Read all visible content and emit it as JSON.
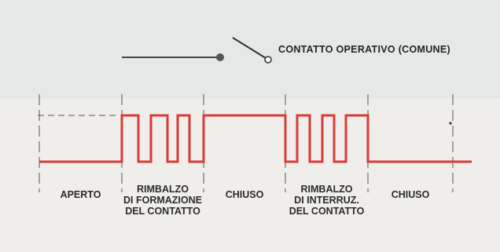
{
  "switch": {
    "label": "CONTATTO OPERATIVO (COMUNE)"
  },
  "segments": [
    {
      "id": "aperto",
      "lines": [
        "APERTO"
      ]
    },
    {
      "id": "rimbalzo-formazione",
      "lines": [
        "RIMBALZO",
        "DI FORMAZIONE",
        "DEL CONTATTO"
      ]
    },
    {
      "id": "chiuso-1",
      "lines": [
        "CHIUSO"
      ]
    },
    {
      "id": "rimbalzo-interruzione",
      "lines": [
        "RIMBALZO",
        "DI INTERRUZ.",
        "DEL CONTATTO"
      ]
    },
    {
      "id": "chiuso-2",
      "lines": [
        "CHIUSO"
      ]
    }
  ],
  "colors": {
    "signal": "#d93a3a",
    "switch_line": "#444444",
    "divider": "#555555",
    "label_text": "#2b2b2b"
  }
}
